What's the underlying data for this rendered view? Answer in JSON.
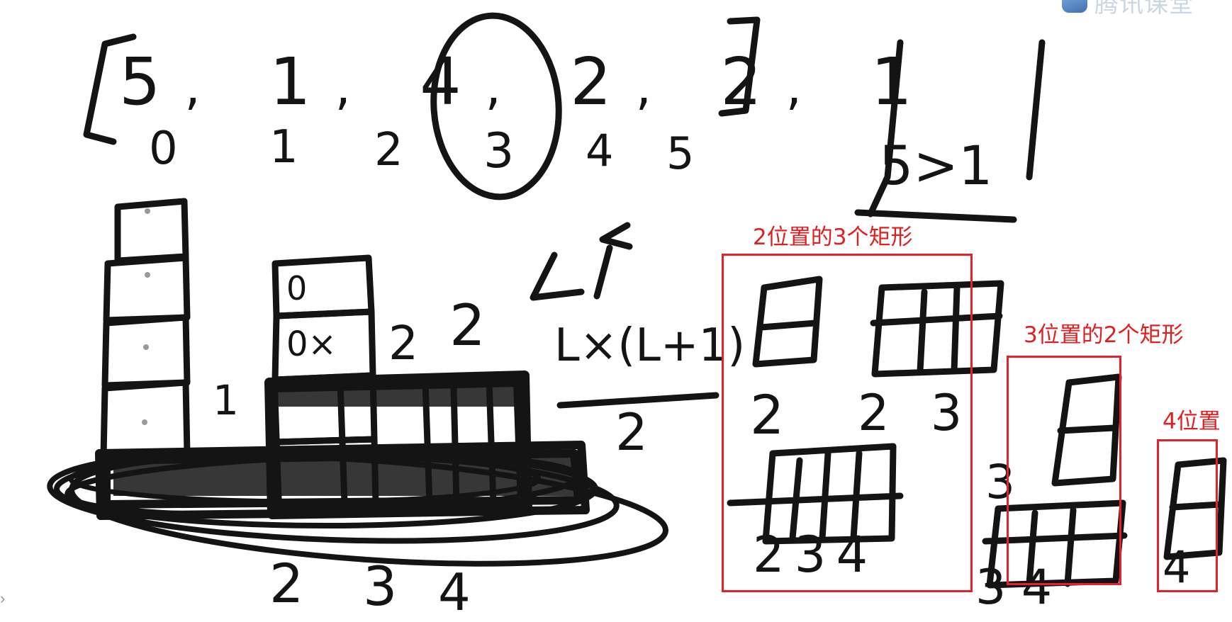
{
  "array_text": "[5, 1, 4, 2, 2, 1]",
  "array_values": [
    "5",
    "1",
    "4",
    "2",
    "2",
    "1"
  ],
  "array_indices": [
    "0",
    "1",
    "2",
    "3",
    "4",
    "5"
  ],
  "side_note": "5>1",
  "formula": {
    "numerator": "L×(L+1)",
    "denominator": "2",
    "bound": "L ≤"
  },
  "histogram_labels": {
    "zero_x": "0×",
    "bar2": "2",
    "bar3": "2",
    "bar1": "1",
    "bottom": [
      "2",
      "3",
      "4"
    ]
  },
  "annotations": {
    "pos2": "2位置的3个矩形",
    "pos3": "3位置的2个矩形",
    "pos4": "4位置"
  },
  "sketch_labels": {
    "pos2_a": "2",
    "pos2_b": "2 3",
    "pos2_c": "2 3 4",
    "pos3_a": "3",
    "pos3_b": "3 4",
    "pos4_a": "4"
  },
  "logo_text": "腾讯课堂",
  "colors": {
    "ink": "#141414",
    "annotation": "#e02020",
    "background": "#ffffff"
  }
}
